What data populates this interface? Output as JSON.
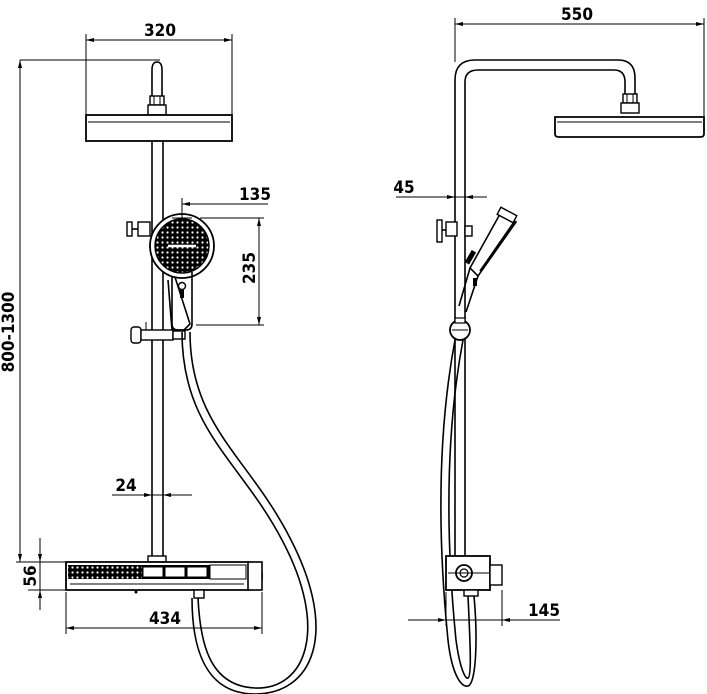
{
  "front_view": {
    "dims": {
      "head_width": "320",
      "handset_width": "135",
      "handset_height": "235",
      "total_height": "800-1300",
      "pipe_diameter": "24",
      "shelf_height": "56",
      "shelf_width": "434"
    }
  },
  "side_view": {
    "dims": {
      "arm_reach": "550",
      "pipe_offset": "45",
      "shelf_depth": "145"
    }
  }
}
